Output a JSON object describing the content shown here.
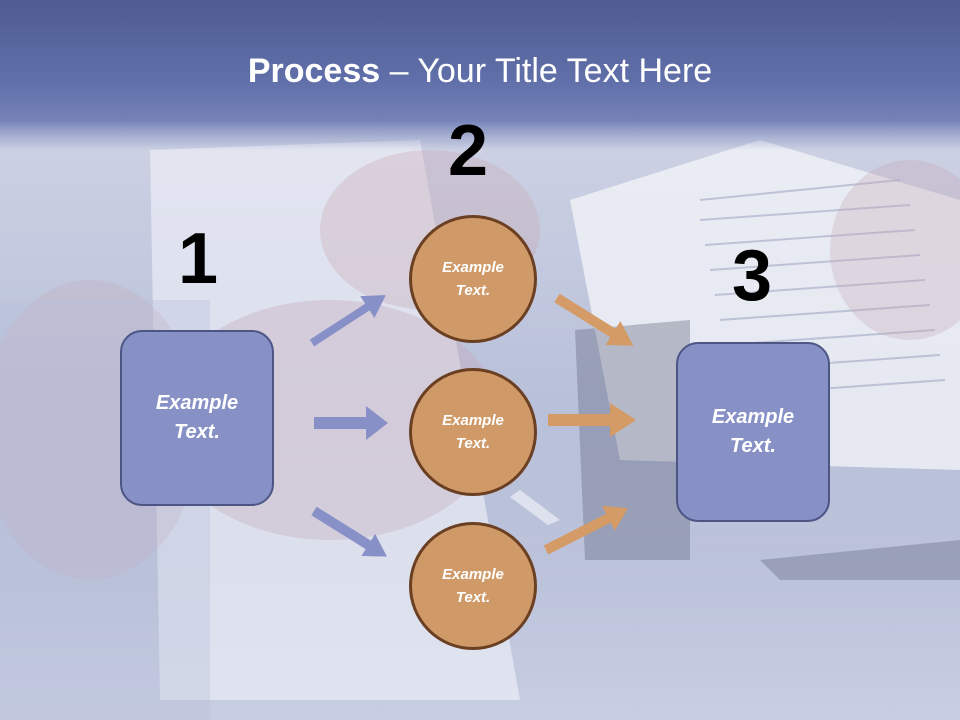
{
  "title": {
    "bold": "Process",
    "rest": " – Your Title Text Here"
  },
  "steps": [
    {
      "number": "1",
      "label": "Example\nText."
    },
    {
      "number": "2",
      "labels": [
        "Example\nText.",
        "Example\nText.",
        "Example\nText."
      ]
    },
    {
      "number": "3",
      "label": "Example\nText."
    }
  ],
  "colors": {
    "box_fill": "#8891c6",
    "circle_fill": "#cf9a68",
    "arrow_blue": "#8890c8",
    "arrow_orange": "#d49b66",
    "title_band": "#5a67a2"
  }
}
